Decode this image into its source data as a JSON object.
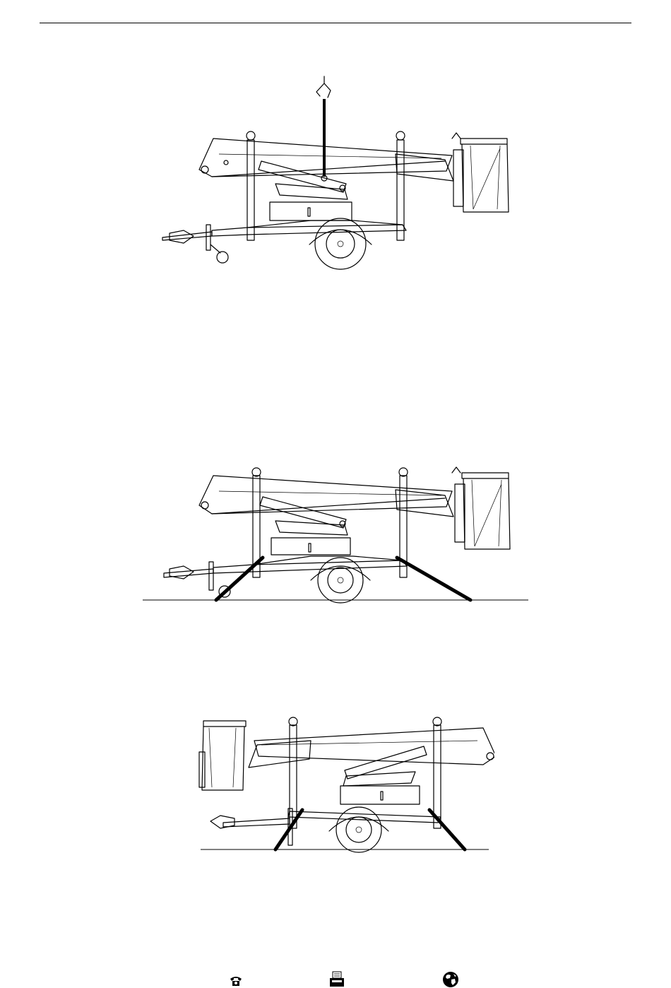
{
  "page": {
    "figures": [
      {
        "id": "lifting",
        "description_icon": "crane-hook-icon"
      },
      {
        "id": "outriggers-deployed"
      },
      {
        "id": "reverse-view-outriggers"
      }
    ],
    "footer_icons": [
      "phone-icon",
      "fax-icon",
      "globe-icon"
    ]
  }
}
